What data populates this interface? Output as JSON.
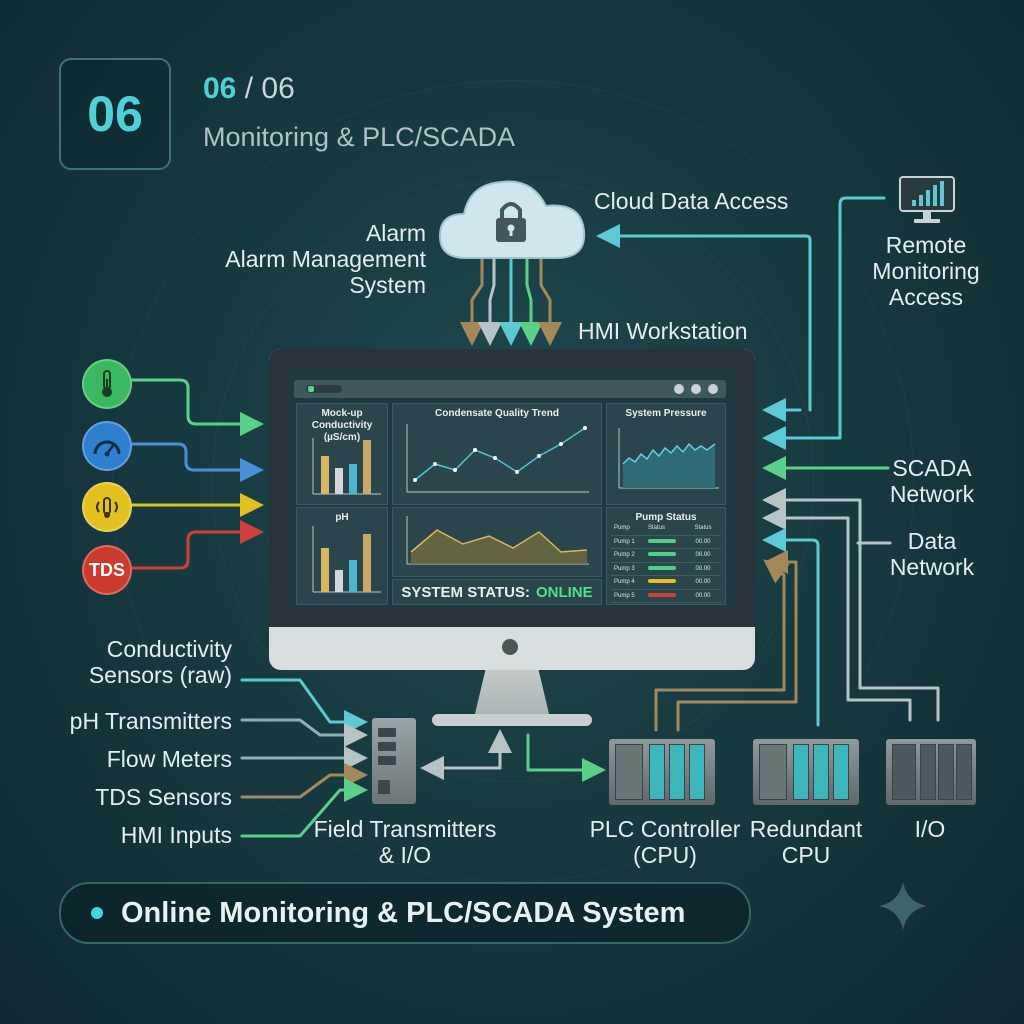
{
  "header": {
    "number": "06",
    "step_current": "06",
    "step_sep": " / ",
    "step_total": "06",
    "subtitle": "Monitoring & PLC/SCADA"
  },
  "labels": {
    "alarm_line1": "Alarm",
    "alarm_line2": "Alarm Management",
    "alarm_line3": "System",
    "cloud_access": "Cloud Data Access",
    "remote_line1": "Remote",
    "remote_line2": "Monitoring",
    "remote_line3": "Access",
    "hmi_workstation": "HMI Workstation",
    "scada_line1": "SCADA",
    "scada_line2": "Network",
    "data_line1": "Data",
    "data_line2": "Network",
    "cond_line1": "Conductivity",
    "cond_line2": "Sensors (raw)",
    "ph_transmitters": "pH Transmitters",
    "flow_meters": "Flow Meters",
    "tds_sensors": "TDS Sensors",
    "hmi_inputs": "HMI Inputs",
    "field_line1": "Field Transmitters",
    "field_line2": "& I/O",
    "plc_line1": "PLC Controller",
    "plc_line2": "(CPU)",
    "redundant_line1": "Redundant",
    "redundant_line2": "CPU",
    "io": "I/O"
  },
  "sensors": [
    {
      "name": "thermometer",
      "color": "#3ab860"
    },
    {
      "name": "gauge",
      "color": "#2f7fd0"
    },
    {
      "name": "vibration",
      "color": "#e2c020"
    },
    {
      "name": "tds",
      "color": "#cc3b2e",
      "label": "TDS"
    }
  ],
  "screen": {
    "panel_conductivity_title_line1": "Mock-up",
    "panel_conductivity_title_line2": "Conductivity (µS/cm)",
    "panel_trend_title": "Condensate Quality Trend",
    "panel_pressure_title": "System Pressure",
    "panel_ph_title": "pH",
    "panel_pump_title": "Pump Status",
    "status_label": "SYSTEM STATUS:",
    "status_value": "ONLINE",
    "pump_headers": [
      "Pump",
      "Status",
      "Status"
    ],
    "pumps": [
      {
        "name": "Pump 1",
        "value": "00.00",
        "color": "#4fd08a"
      },
      {
        "name": "Pump 2",
        "value": "00.00",
        "color": "#4fd08a"
      },
      {
        "name": "Pump 3",
        "value": "00.00",
        "color": "#4fd08a"
      },
      {
        "name": "Pump 4",
        "value": "00.00",
        "color": "#e2c020"
      },
      {
        "name": "Pump 5",
        "value": "00.00",
        "color": "#d0403a"
      }
    ]
  },
  "footer": {
    "title": "Online Monitoring & PLC/SCADA System"
  },
  "colors": {
    "accent": "#4fd0d6",
    "green": "#5bd08a",
    "blue": "#4a90d8",
    "yellow": "#e2c020",
    "red": "#cc3b2e",
    "olive": "#a3895a"
  }
}
